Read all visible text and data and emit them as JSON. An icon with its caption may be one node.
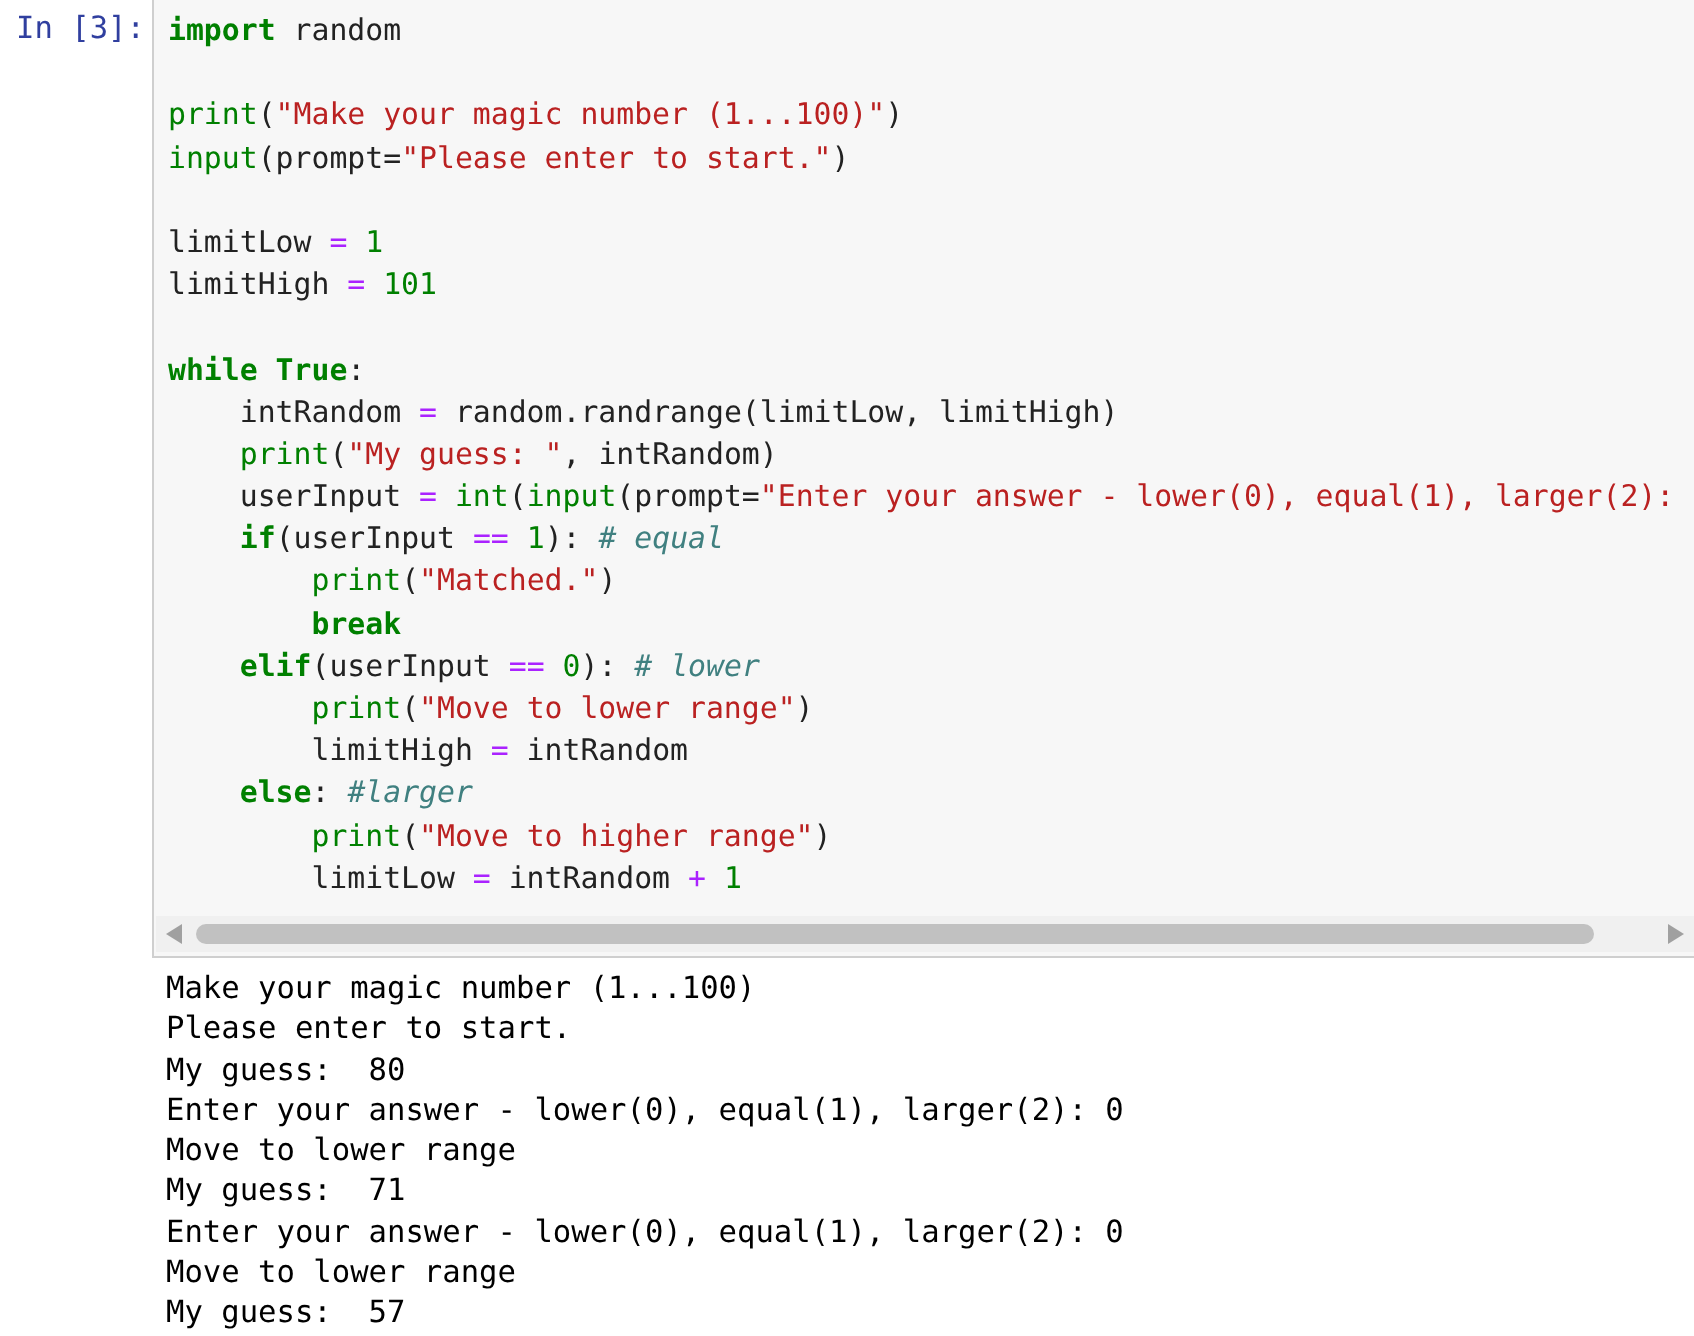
{
  "diagram": {
    "labels": [
      "In [3]:",
      "**import** random",
      "print(\"Make your magic number (1...100)\")",
      "input(prompt=\"Please enter to start.\")",
      "limitLow = 1",
      "limitHigh = 101",
      "**while** **True**:",
      "    intRandom = random.randrange(limitLow, limitHigh)",
      "    print(\"My guess: \", intRandom)",
      "    userInput = int(input(prompt=\"Enter your answer - lower(0), equal(1), larger(2):",
      "    **if**(userInput == 1): # equal",
      "        print(\"Matched.\")",
      "        **break**",
      "    **elif**(userInput == 0): # lower",
      "        print(\"Move to lower range\")",
      "        limitHigh = intRandom",
      "    **else**: #larger",
      "        print(\"Move to higher range\")",
      "        limitLow = intRandom + 1",
      "Make your magic number (1...100)",
      "Please enter to start.",
      "My guess:  80",
      "Enter your answer - lower(0), equal(1), larger(2): 0",
      "Move to lower range",
      "My guess:  71",
      "Enter your answer - lower(0), equal(1), larger(2): 0",
      "Move to lower range",
      "My guess:  57"
    ]
  }
}
